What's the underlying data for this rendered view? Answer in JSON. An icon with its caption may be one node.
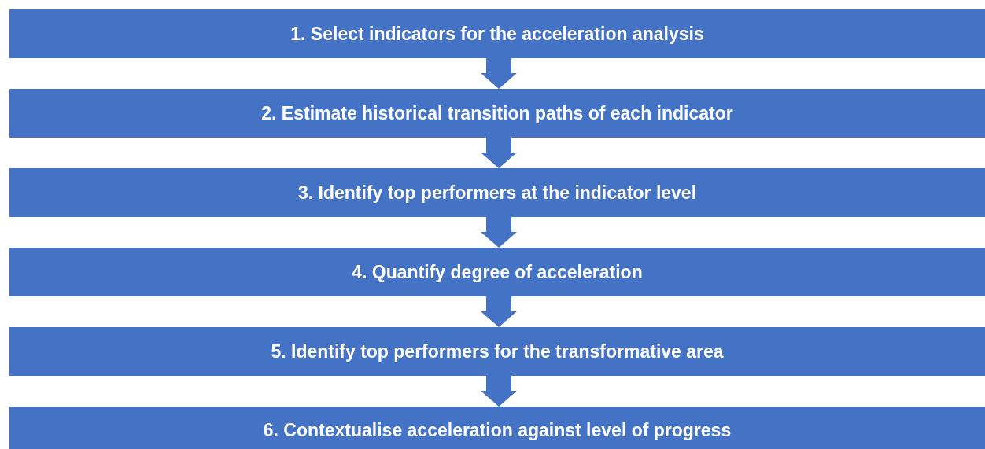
{
  "diagram": {
    "nodes": [
      {
        "text": [
          "1. Select indicators for the acceleration analysis"
        ]
      },
      {
        "text": [
          "2. Estimate historical transition paths of each indicator"
        ]
      },
      {
        "text": [
          "3. Identify top performers at the indicator level"
        ]
      },
      {
        "text": [
          "4. Quantify degree of acceleration"
        ]
      },
      {
        "text": [
          "5. Identify top performers for the transformative area"
        ]
      },
      {
        "text": [
          "6. Contextualise acceleration against level of progress"
        ]
      }
    ],
    "edges": [
      {
        "from": 0,
        "to": 1,
        "arrow": "to"
      },
      {
        "from": 1,
        "to": 2,
        "arrow": "to"
      },
      {
        "from": 2,
        "to": 3,
        "arrow": "to"
      },
      {
        "from": 3,
        "to": 4,
        "arrow": "to"
      },
      {
        "from": 4,
        "to": 5,
        "arrow": "to"
      }
    ]
  }
}
